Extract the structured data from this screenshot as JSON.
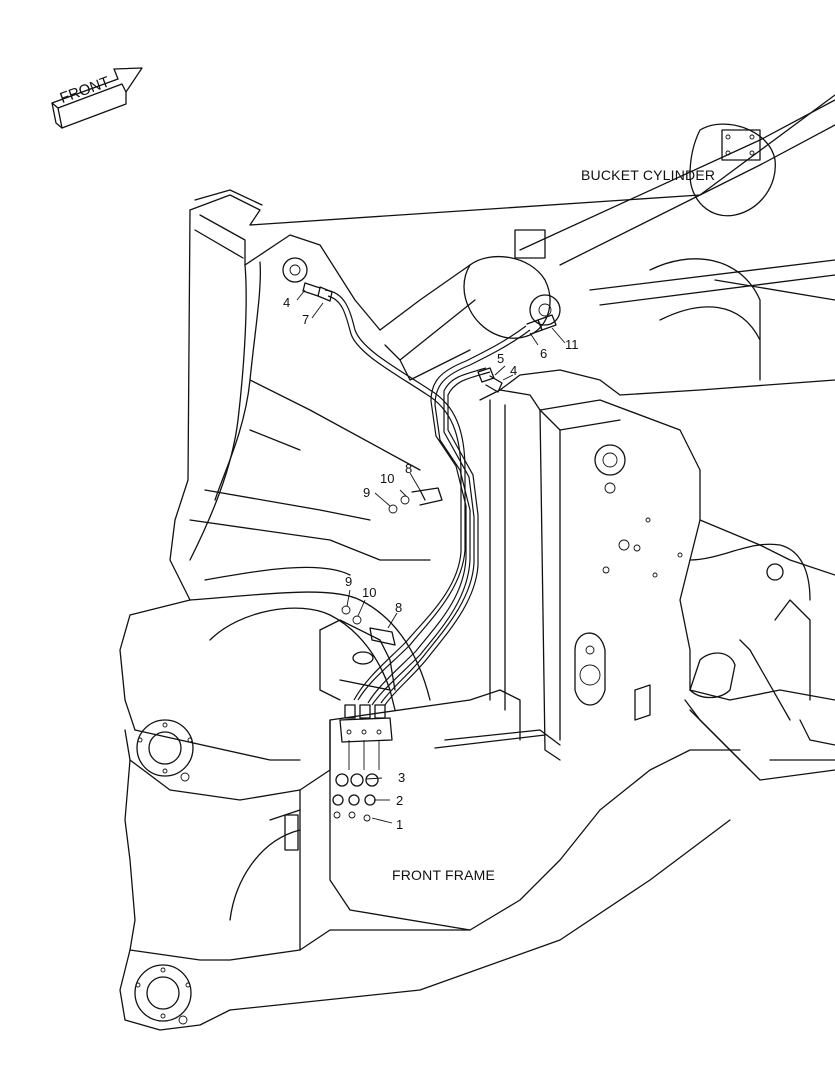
{
  "direction_arrow": {
    "label": "FRONT"
  },
  "section_labels": {
    "bucket_cylinder": "BUCKET CYLINDER",
    "front_frame": "FRONT FRAME"
  },
  "callouts": [
    {
      "id": "c4a",
      "text": "4"
    },
    {
      "id": "c7",
      "text": "7"
    },
    {
      "id": "c5",
      "text": "5"
    },
    {
      "id": "c4b",
      "text": "4"
    },
    {
      "id": "c6",
      "text": "6"
    },
    {
      "id": "c11",
      "text": "11"
    },
    {
      "id": "c10a",
      "text": "10"
    },
    {
      "id": "c8a",
      "text": "8"
    },
    {
      "id": "c9a",
      "text": "9"
    },
    {
      "id": "c9b",
      "text": "9"
    },
    {
      "id": "c10b",
      "text": "10"
    },
    {
      "id": "c8b",
      "text": "8"
    },
    {
      "id": "c3",
      "text": "3"
    },
    {
      "id": "c2",
      "text": "2"
    },
    {
      "id": "c1",
      "text": "1"
    }
  ],
  "colors": {
    "line": "#111111",
    "background": "#ffffff"
  }
}
